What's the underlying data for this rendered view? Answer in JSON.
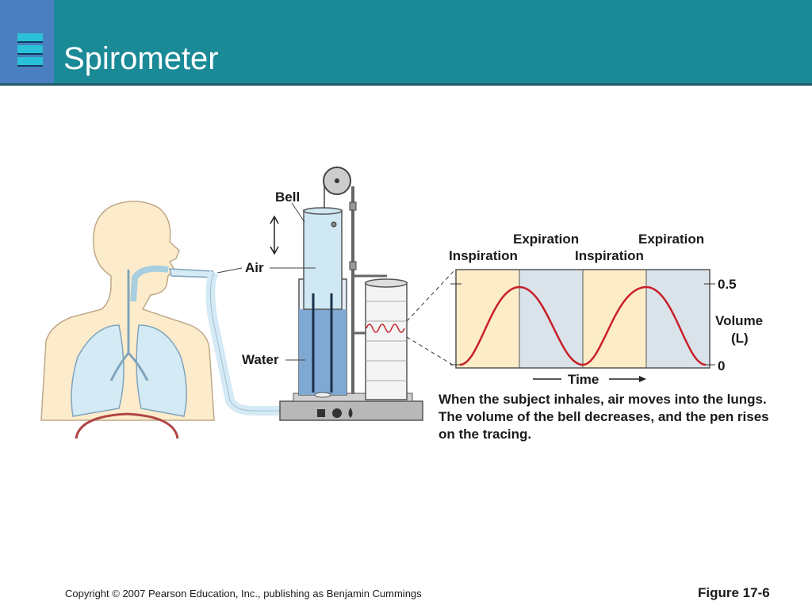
{
  "slide": {
    "title": "Spirometer",
    "copyright": "Copyright © 2007 Pearson Education, Inc., publishing as Benjamin Cummings",
    "figure_label": "Figure 17-6"
  },
  "diagram": {
    "labels": {
      "bell": "Bell",
      "air": "Air",
      "water": "Water",
      "expiration_1": "Expiration",
      "expiration_2": "Expiration",
      "inspiration_1": "Inspiration",
      "inspiration_2": "Inspiration",
      "volume_top": "0.5",
      "volume_label_line1": "Volume",
      "volume_label_line2": "(L)",
      "volume_bottom": "0",
      "time": "Time"
    },
    "caption": "When the subject inhales, air moves into the lungs. The volume of the bell decreases, and the pen rises on the tracing."
  },
  "colors": {
    "header": "#1a8a96",
    "inspiration_band": "#fdecc8",
    "expiration_band": "#dbe3ea",
    "tracing": "#c8202a",
    "skin": "#fdeccc",
    "lungs": "#d4eaf4",
    "water": "#7fa9d3"
  }
}
